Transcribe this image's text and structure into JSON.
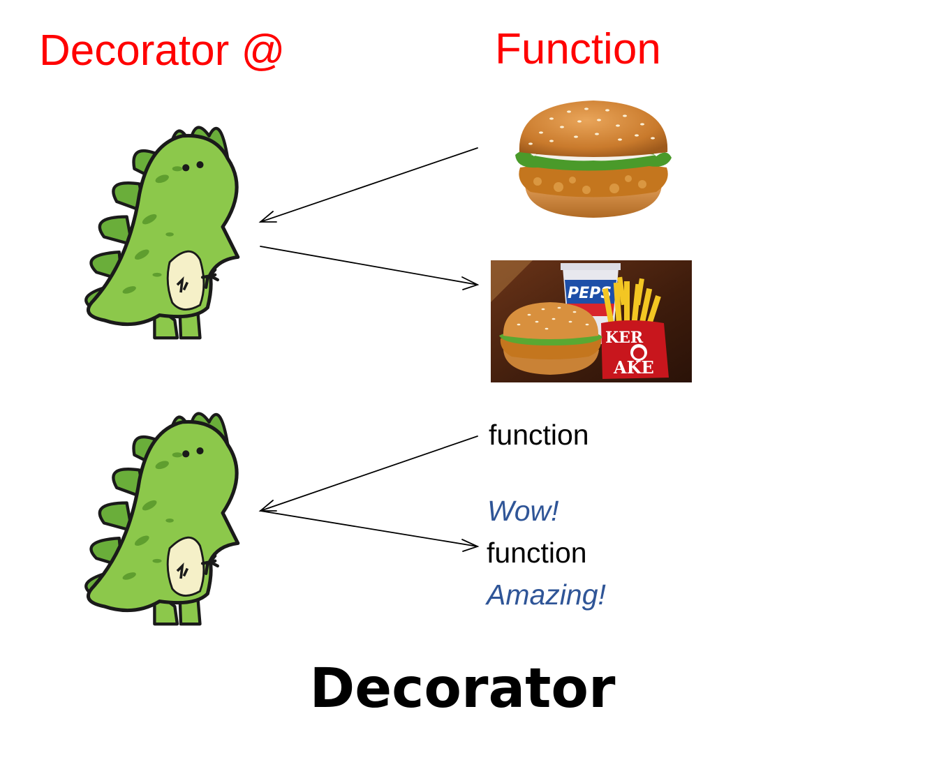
{
  "headers": {
    "left": "Decorator @",
    "right": "Function"
  },
  "labels": {
    "input_function": "function",
    "before": "Wow!",
    "output_function": "function",
    "after": "Amazing!"
  },
  "footer": {
    "title": "Decorator"
  },
  "meal_image": {
    "cup_text": "PEPS",
    "box_text": "KER",
    "box_bottom_text": "AKE"
  },
  "icons": {
    "top_creature": "green-dinosaur-icon",
    "bottom_creature": "green-dinosaur-icon",
    "burger": "burger-icon",
    "meal": "burger-meal-icon"
  },
  "colors": {
    "header": "#ff0000",
    "emphasis": "#2f5597",
    "dino_body": "#8cc84b",
    "dino_spikes": "#6aae3a",
    "dino_belly": "#f5f0c8"
  }
}
